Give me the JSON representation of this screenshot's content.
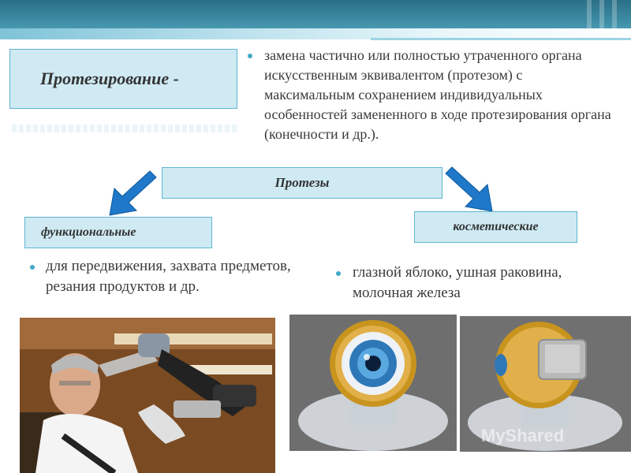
{
  "slide": {
    "title": "Протезирование -",
    "definition": "замена частично или полностью утраченного органа искусственным эквивалентом (протезом) с максимальным сохранением индивидуальных особенностей замененного в ходе протезирования органа (конечности и др.).",
    "center_label": "Протезы",
    "left_label": "функциональные",
    "right_label": "косметические",
    "left_text": "для передвижения, захвата предметов, резания продуктов и др.",
    "right_text": "глазной яблоко, ушная раковина, молочная железа",
    "watermark": "MyShared"
  },
  "colors": {
    "accent": "#43a8c8",
    "box_fill": "#cfeaf3",
    "arrow": "#1f78c8"
  },
  "icons": {
    "left_arrow": "arrow-down-left-icon",
    "right_arrow": "arrow-down-right-icon"
  }
}
